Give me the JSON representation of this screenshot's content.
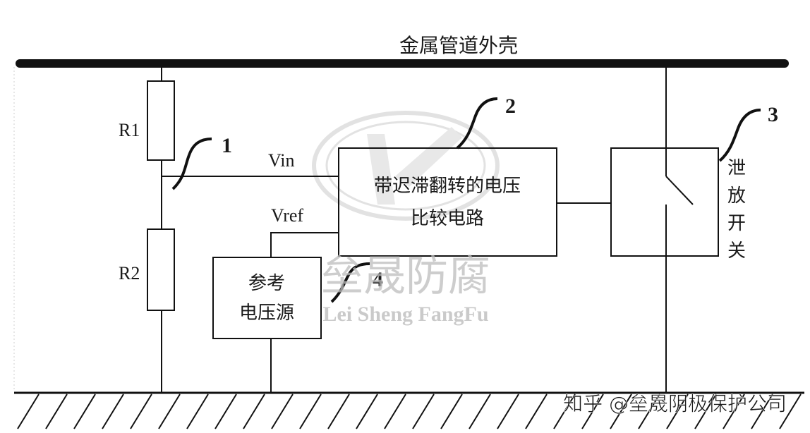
{
  "diagram": {
    "title": "金属管道外壳",
    "resistors": [
      "R1",
      "R2"
    ],
    "signals": {
      "vin": "Vin",
      "vref": "Vref"
    },
    "comparator": {
      "line1": "带迟滞翻转的电压",
      "line2": "比较电路"
    },
    "reference": {
      "line1": "参考",
      "line2": "电压源"
    },
    "discharge_switch": [
      "泄",
      "放",
      "开",
      "关"
    ],
    "callouts": [
      "1",
      "2",
      "3",
      "4"
    ]
  },
  "watermark": {
    "cn": "垒晟防腐",
    "en": "Lei Sheng FangFu",
    "credit": "知乎 @垒晟阴极保护公司"
  },
  "colors": {
    "line": "#111111",
    "watermark": "#bdbdbd"
  }
}
